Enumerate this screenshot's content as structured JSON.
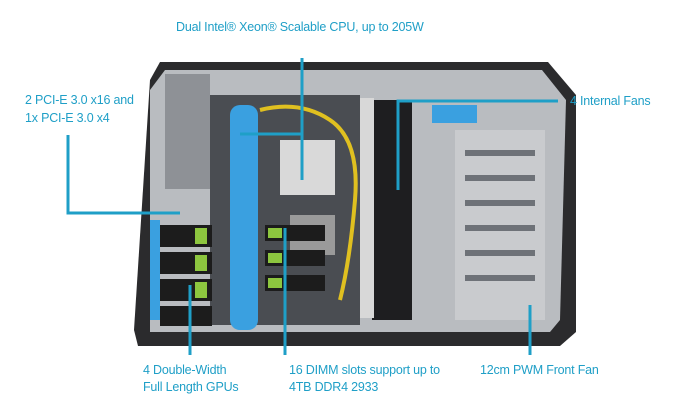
{
  "callouts": {
    "cpu": "Dual Intel® Xeon® Scalable CPU, up to 205W",
    "pcie_line1": "2 PCI-E 3.0 x16 and",
    "pcie_line2": "1x PCI-E 3.0 x4",
    "fans": "4 Internal Fans",
    "gpus_line1": "4 Double-Width",
    "gpus_line2": "Full Length GPUs",
    "dimm_line1": "16 DIMM slots support up to",
    "dimm_line2": "4TB DDR4 2933",
    "front_fan": "12cm PWM Front Fan"
  },
  "colors": {
    "accent": "#1f9fc7",
    "chassis": "#2a2a2c",
    "blue_parts": "#3aa0e0",
    "green_gpu": "#8dc63f"
  }
}
